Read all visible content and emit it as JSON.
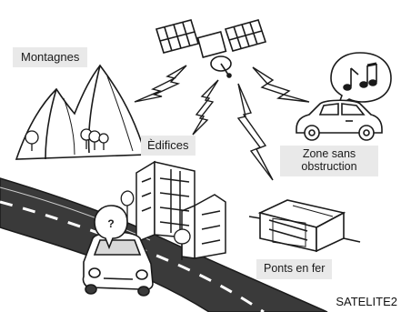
{
  "labels": {
    "mountains": "Montagnes",
    "buildings": "Èdifices",
    "open_area_line1": "Zone sans",
    "open_area_line2": "obstruction",
    "iron_bridge": "Ponts en fer"
  },
  "figure_code": "SATELITE2",
  "car_bubble_symbol": "?",
  "colors": {
    "label_background": "#e9e9e9",
    "road": "#3a3a3a",
    "road_stripe": "#ffffff",
    "line": "#1a1a1a",
    "fill_light": "#ffffff"
  },
  "icons": [
    "satellite-icon",
    "signal-bolt-icon",
    "music-note-icon",
    "car-icon",
    "mountain-icon",
    "tree-icon",
    "building-icon",
    "bridge-icon"
  ]
}
